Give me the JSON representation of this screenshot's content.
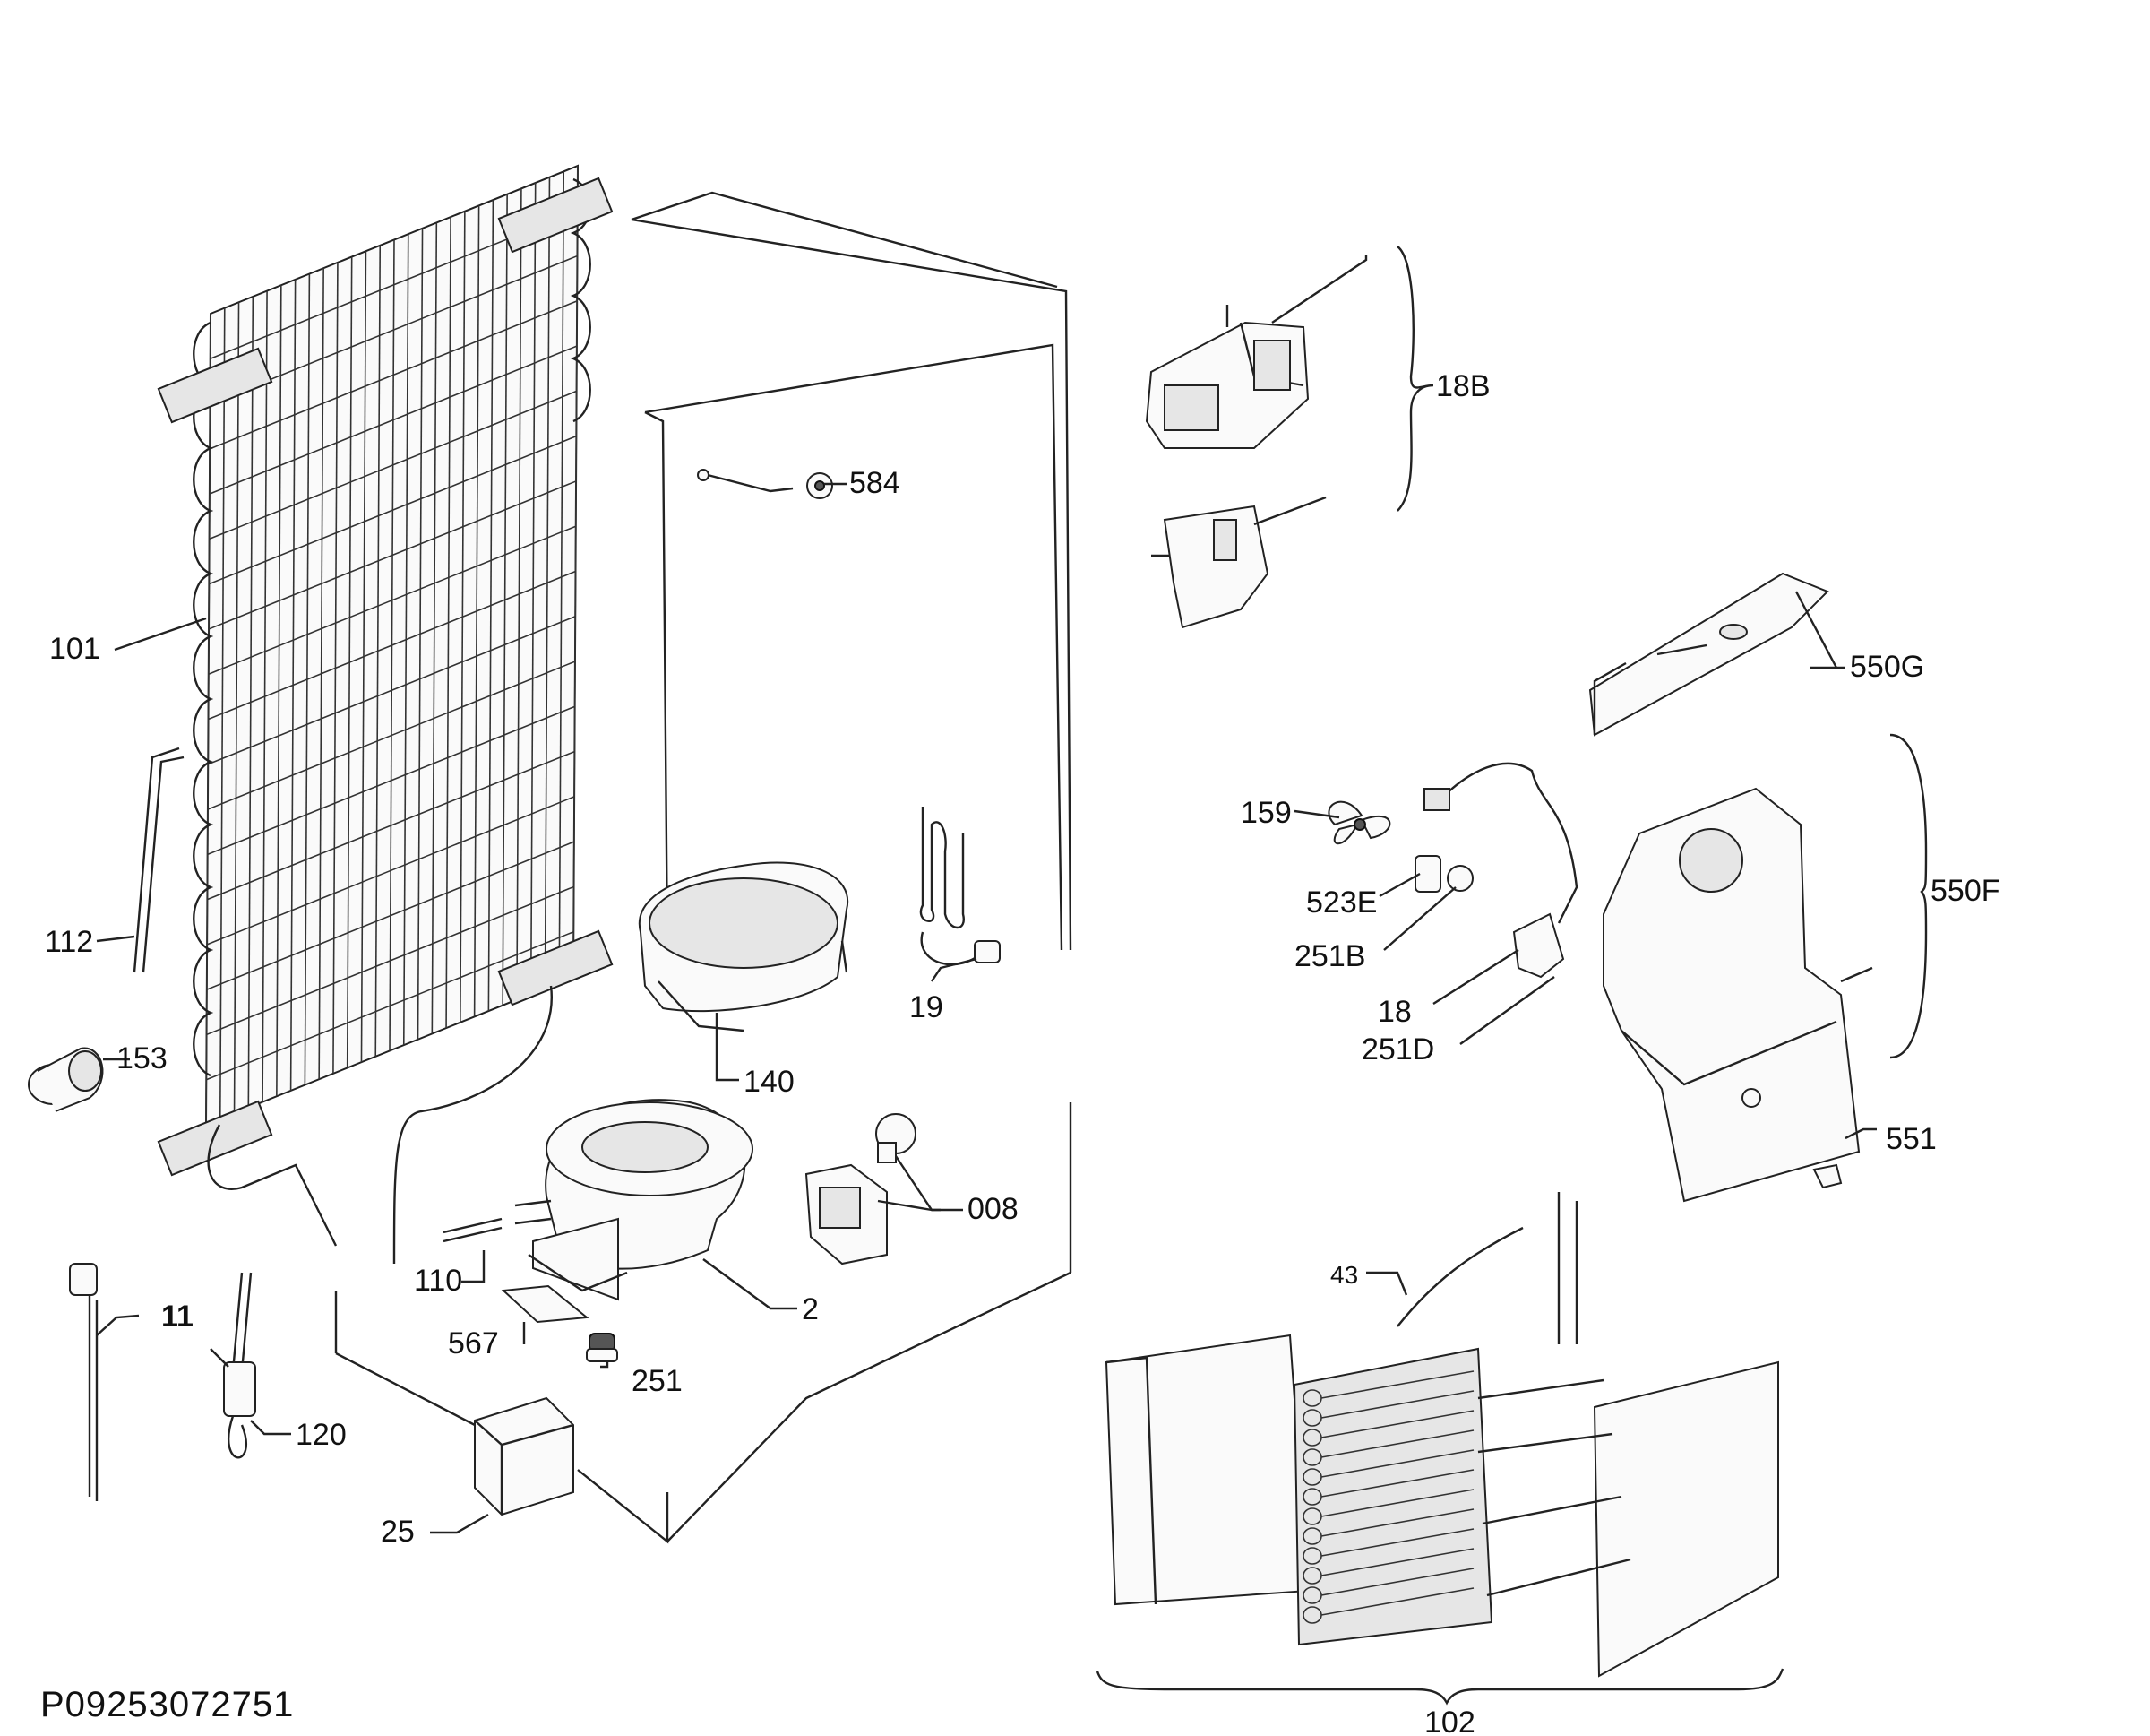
{
  "document_id": "P09253072751",
  "callouts": {
    "c101": "101",
    "c112": "112",
    "c153": "153",
    "c11": "11",
    "c120": "120",
    "c25": "25",
    "c110": "110",
    "c567": "567",
    "c251": "251",
    "c2": "2",
    "c140": "140",
    "c19": "19",
    "c008": "008",
    "c584": "584",
    "c18B": "18B",
    "c550G": "550G",
    "c550F": "550F",
    "c159": "159",
    "c523E": "523E",
    "c251B": "251B",
    "c18": "18",
    "c251D": "251D",
    "c551": "551",
    "c43": "43",
    "c102": "102"
  }
}
